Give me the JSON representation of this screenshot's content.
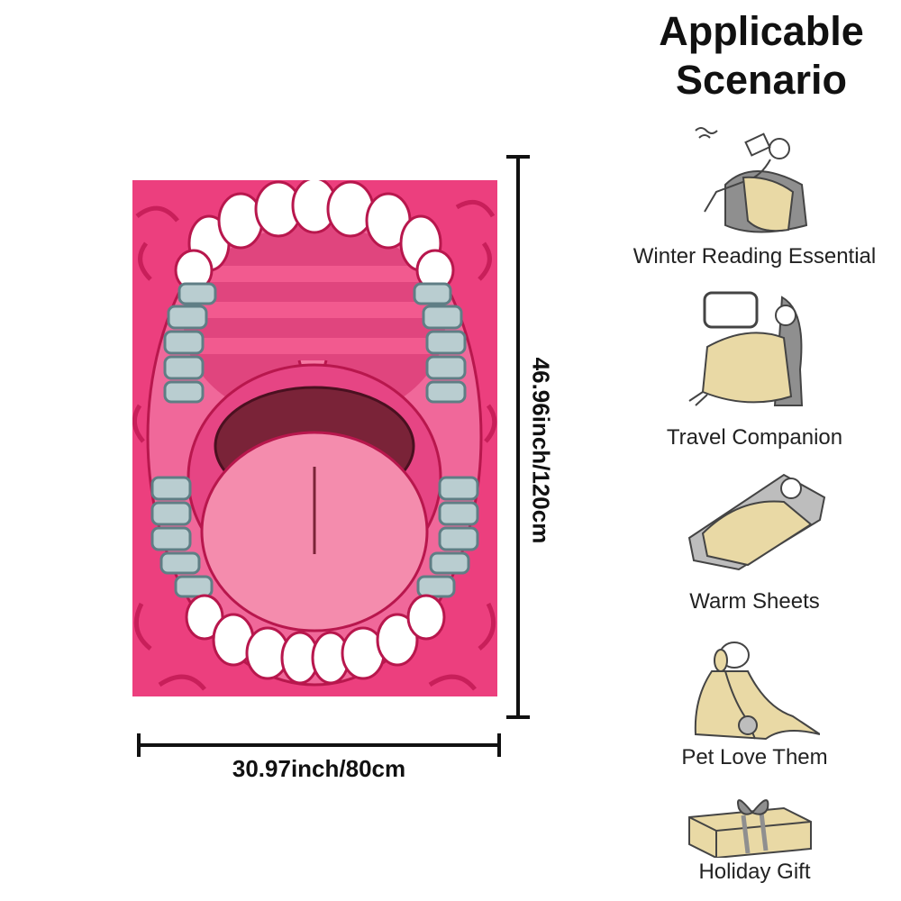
{
  "product": {
    "width_label": "30.97inch/80cm",
    "height_label": "46.96inch/120cm",
    "colors": {
      "background": "#ec3f7e",
      "tongue": "#f48cad",
      "teeth": "#ffffff",
      "molars": "#b9cdd0",
      "throat": "#7a2338"
    }
  },
  "scenarios": {
    "title_line1": "Applicable",
    "title_line2": "Scenario",
    "items": [
      {
        "label": "Winter Reading Essential",
        "icon": "reading-in-chair-icon"
      },
      {
        "label": "Travel Companion",
        "icon": "travel-seat-icon"
      },
      {
        "label": "Warm Sheets",
        "icon": "bed-sleeping-icon"
      },
      {
        "label": "Pet Love Them",
        "icon": "dog-under-blanket-icon"
      },
      {
        "label": "Holiday Gift",
        "icon": "gift-box-icon"
      }
    ]
  }
}
